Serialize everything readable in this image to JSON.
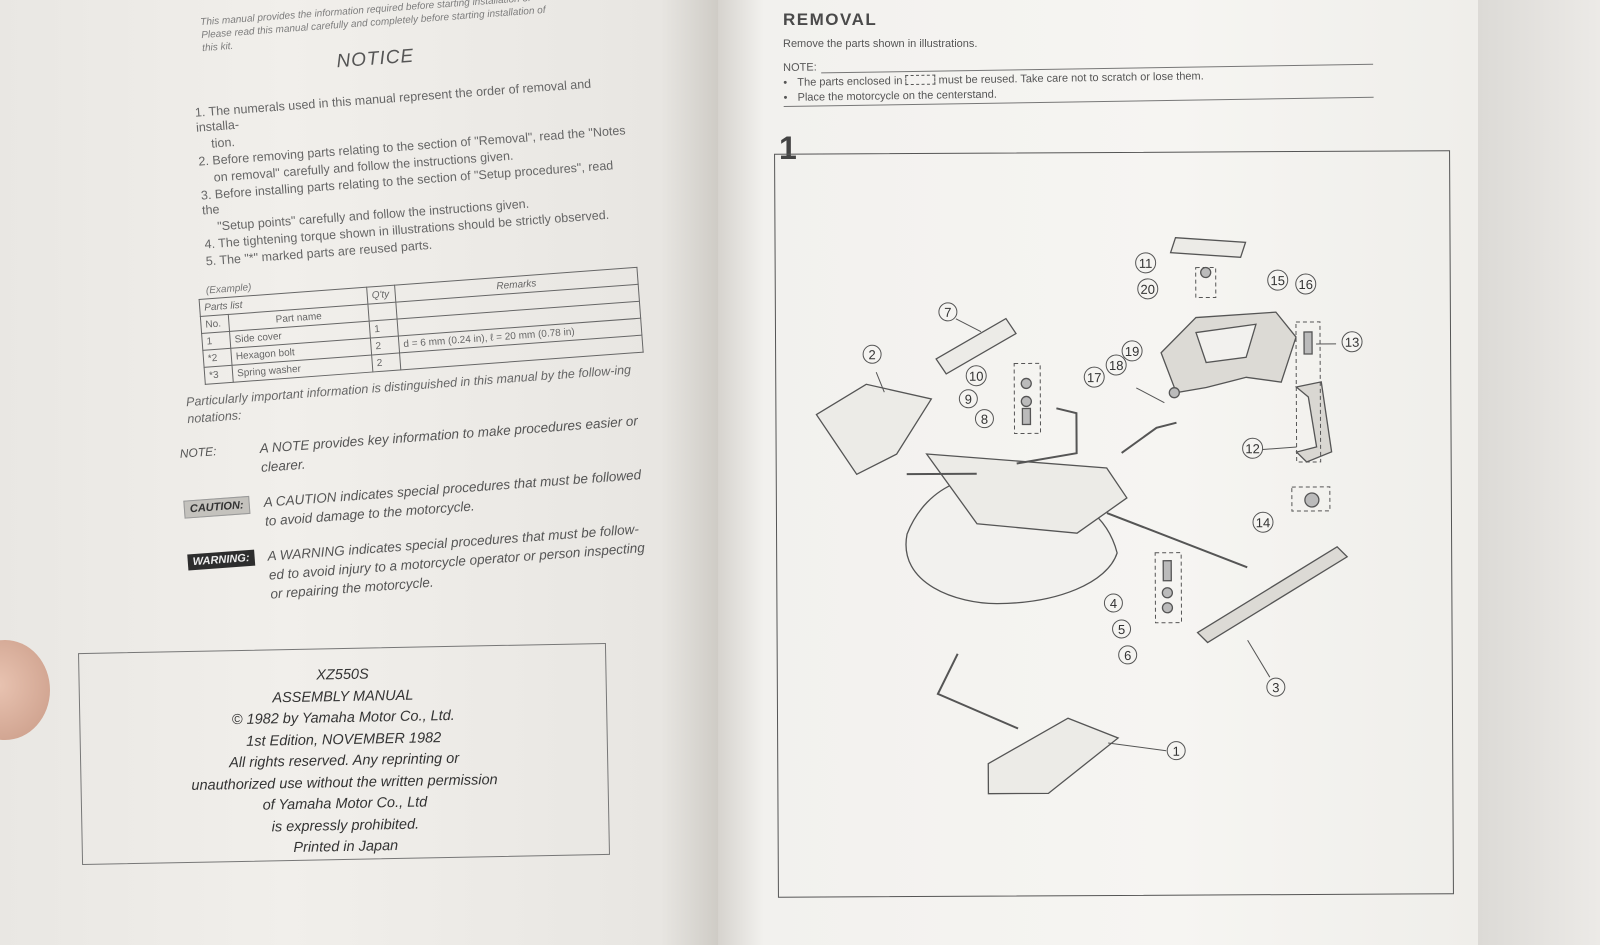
{
  "left_page": {
    "intro_lines": [
      "This manual provides the information required before starting installation of",
      "Please read this manual carefully and completely before starting installation of",
      "this kit."
    ],
    "notice_title": "NOTICE",
    "notice_items": [
      "1. The numerals used in this manual represent the order of removal and installa-",
      "tion.",
      "2. Before removing parts relating to the section of \"Removal\", read the \"Notes",
      "on removal\" carefully and follow the instructions given.",
      "3. Before installing parts relating to the section of \"Setup procedures\", read the",
      "\"Setup points\" carefully and follow the instructions given.",
      "4. The tightening torque shown in illustrations should be strictly observed.",
      "5. The \"*\" marked parts are reused parts."
    ],
    "example_label": "(Example)",
    "parts_list": {
      "caption": "Parts list",
      "headers": [
        "No.",
        "Part name",
        "Q'ty",
        "Remarks"
      ],
      "rows": [
        [
          "1",
          "Side cover",
          "1",
          ""
        ],
        [
          "*2",
          "Hexagon bolt",
          "2",
          "d = 6 mm (0.24 in), ℓ = 20 mm (0.78 in)"
        ],
        [
          "*3",
          "Spring washer",
          "2",
          ""
        ]
      ]
    },
    "particular_text": "Particularly important information is distinguished in this manual by the follow-ing notations:",
    "notations": [
      {
        "tag": "NOTE:",
        "text": "A NOTE provides key information to make procedures easier or clearer."
      },
      {
        "tag": "CAUTION:",
        "text": "A CAUTION indicates special procedures that must be followed to avoid damage to the motorcycle."
      },
      {
        "tag": "WARNING:",
        "text": "A WARNING indicates special procedures that must be follow-ed to avoid injury to a motorcycle operator or person inspecting or repairing the motorcycle."
      }
    ],
    "copyright": [
      "XZ550S",
      "ASSEMBLY MANUAL",
      "© 1982 by Yamaha Motor Co., Ltd.",
      "1st Edition, NOVEMBER 1982",
      "All rights reserved. Any reprinting or",
      "unauthorized use without the written permission",
      "of Yamaha Motor Co., Ltd",
      "is expressly prohibited.",
      "Printed in Japan"
    ]
  },
  "right_page": {
    "title": "REMOVAL",
    "subtitle": "Remove the parts shown in illustrations.",
    "note_label": "NOTE:",
    "note_items": [
      {
        "before": "The parts enclosed in",
        "after": "must be reused. Take care not to scratch or lose them."
      },
      {
        "before": "Place the motorcycle on the centerstand.",
        "after": ""
      }
    ],
    "step_number": "1",
    "callouts": [
      "1",
      "2",
      "3",
      "4",
      "5",
      "6",
      "7",
      "8",
      "9",
      "10",
      "11",
      "12",
      "13",
      "14",
      "15",
      "16",
      "17",
      "18",
      "19",
      "20"
    ]
  }
}
